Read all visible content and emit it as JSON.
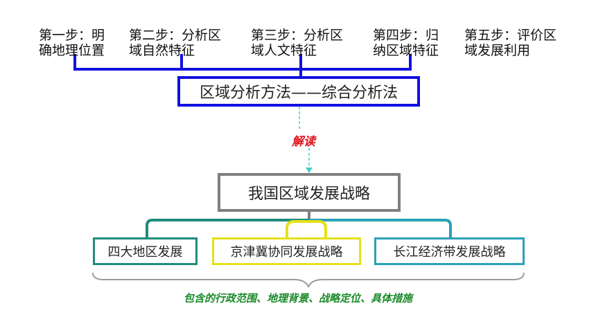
{
  "steps": [
    {
      "line1": "第一步：明",
      "line2": "确地理位置"
    },
    {
      "line1": "第二步：分析区",
      "line2": "域自然特征"
    },
    {
      "line1": "第三步：分析区",
      "line2": "域人文特征"
    },
    {
      "line1": "第四步：归",
      "line2": "纳区域特征"
    },
    {
      "line1": "第五步：评价区",
      "line2": "域发展利用"
    }
  ],
  "method_box": "区域分析方法——综合分析法",
  "interpret_label": "解读",
  "strategy_box": "我国区域发展战略",
  "regions": [
    "四大地区发展",
    "京津冀协同发展战略",
    "长江经济带发展战略"
  ],
  "summary": "包含的行政范围、地理背景、战略定位、具体措施",
  "colors": {
    "method_border": "#1010e0",
    "strategy_border": "#7f7f7f",
    "region_a": "#1e8c7a",
    "region_b": "#e6e01a",
    "region_c": "#2aa0b8",
    "interpret_text": "#e0141e",
    "summary_text": "#1a8a2a",
    "dashed_arrow": "#40d0c8"
  }
}
